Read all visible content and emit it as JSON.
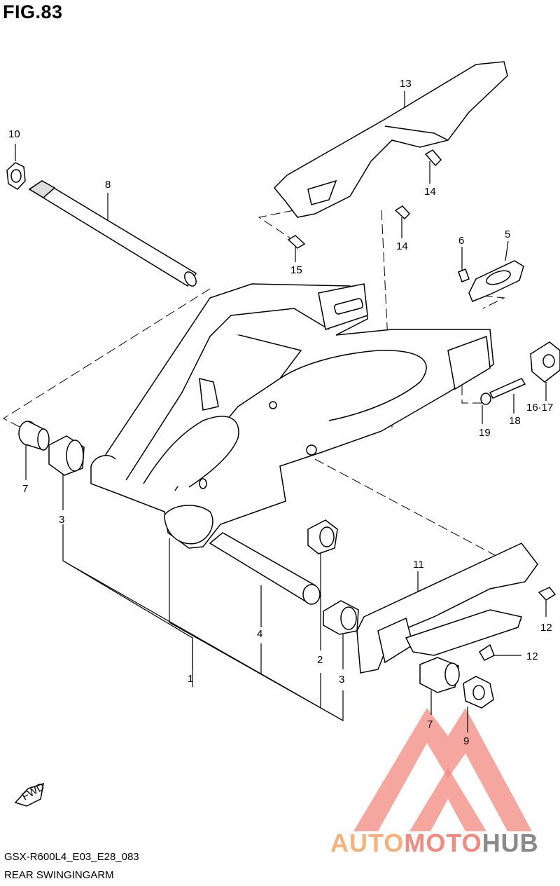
{
  "figure": {
    "title": "FIG.83"
  },
  "callouts": {
    "c1": "1",
    "c2": "2",
    "c3a": "3",
    "c3b": "3",
    "c4": "4",
    "c5": "5",
    "c6": "6",
    "c7a": "7",
    "c7b": "7",
    "c8": "8",
    "c9": "9",
    "c10": "10",
    "c11": "11",
    "c12a": "12",
    "c12b": "12",
    "c13": "13",
    "c14a": "14",
    "c14b": "14",
    "c15": "15",
    "c1617": "16·17",
    "c18": "18",
    "c19": "19"
  },
  "fwd_badge": "FWD",
  "footer": {
    "model_code": "GSX-R600L4_E03_E28_083",
    "section_name": "REAR SWINGINGARM"
  },
  "watermark": {
    "part1": "AUTO",
    "part2": "MOTO",
    "part3": "HUB",
    "triangle_color": "#f28a7f"
  }
}
